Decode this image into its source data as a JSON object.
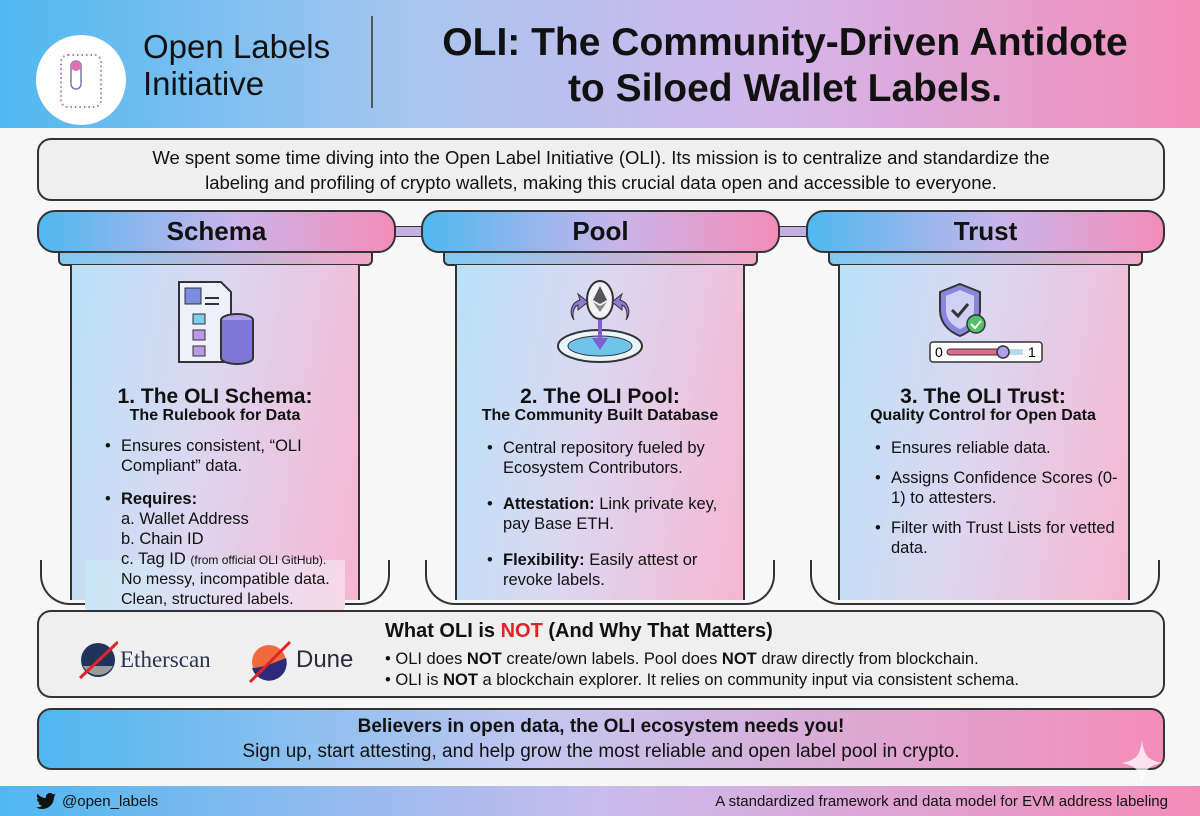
{
  "header": {
    "brand_line1": "Open Labels",
    "brand_line2": "Initiative",
    "title_line1": "OLI: The Community-Driven Antidote",
    "title_line2": "to Siloed Wallet Labels."
  },
  "intro": {
    "line1": "We spent some time diving into the Open Label Initiative (OLI). Its mission is to centralize and standardize the",
    "line2": "labeling and profiling of crypto wallets, making this crucial data open and accessible to everyone."
  },
  "pillars": [
    {
      "cap": "Schema",
      "icon": "schema-database-icon",
      "heading": "1. The OLI Schema:",
      "subheading": "The Rulebook for Data",
      "b1": "Ensures consistent, “OLI Compliant” data.",
      "b2_bold": "Requires:",
      "req_a": "a. Wallet Address",
      "req_b": "b. Chain ID",
      "req_c": "c. Tag ID",
      "req_c_note": "(from official OLI GitHub).",
      "footer1": "No messy, incompatible data.",
      "footer2": "Clean, structured labels."
    },
    {
      "cap": "Pool",
      "icon": "ethereum-pool-icon",
      "heading": "2. The OLI Pool:",
      "subheading": "The Community Built Database",
      "b1": "Central repository fueled by Ecosystem Contributors.",
      "b2_bold": "Attestation:",
      "b2": " Link private key, pay Base ETH.",
      "b3_bold": "Flexibility:",
      "b3": " Easily attest or revoke labels."
    },
    {
      "cap": "Trust",
      "icon": "shield-check-slider-icon",
      "heading": "3. The OLI Trust:",
      "subheading": "Quality Control for Open Data",
      "b1": "Ensures reliable data.",
      "b2": "Assigns Confidence Scores (0-1) to attesters.",
      "b3": "Filter with Trust Lists for vetted data.",
      "slider_min": "0",
      "slider_max": "1"
    }
  ],
  "not": {
    "title_pre": "What OLI is ",
    "title_not": "NOT",
    "title_post": " (And Why That Matters)",
    "logo1": "Etherscan",
    "logo2": "Dune",
    "l1a": "OLI does ",
    "l1b": "NOT",
    "l1c": " create/own labels. Pool does ",
    "l1d": "NOT",
    "l1e": " draw directly from blockchain.",
    "l2a": "OLI is ",
    "l2b": "NOT",
    "l2c": " a blockchain explorer. It relies on community input via consistent schema.",
    "not_color": "#e02424"
  },
  "cta": {
    "line1": "Believers in open data, the OLI ecosystem needs you!",
    "line2": "Sign up, start attesting, and help grow the most reliable and open label pool in crypto."
  },
  "footer": {
    "handle": "@open_labels",
    "tagline": "A standardized framework and data model for EVM address labeling"
  }
}
